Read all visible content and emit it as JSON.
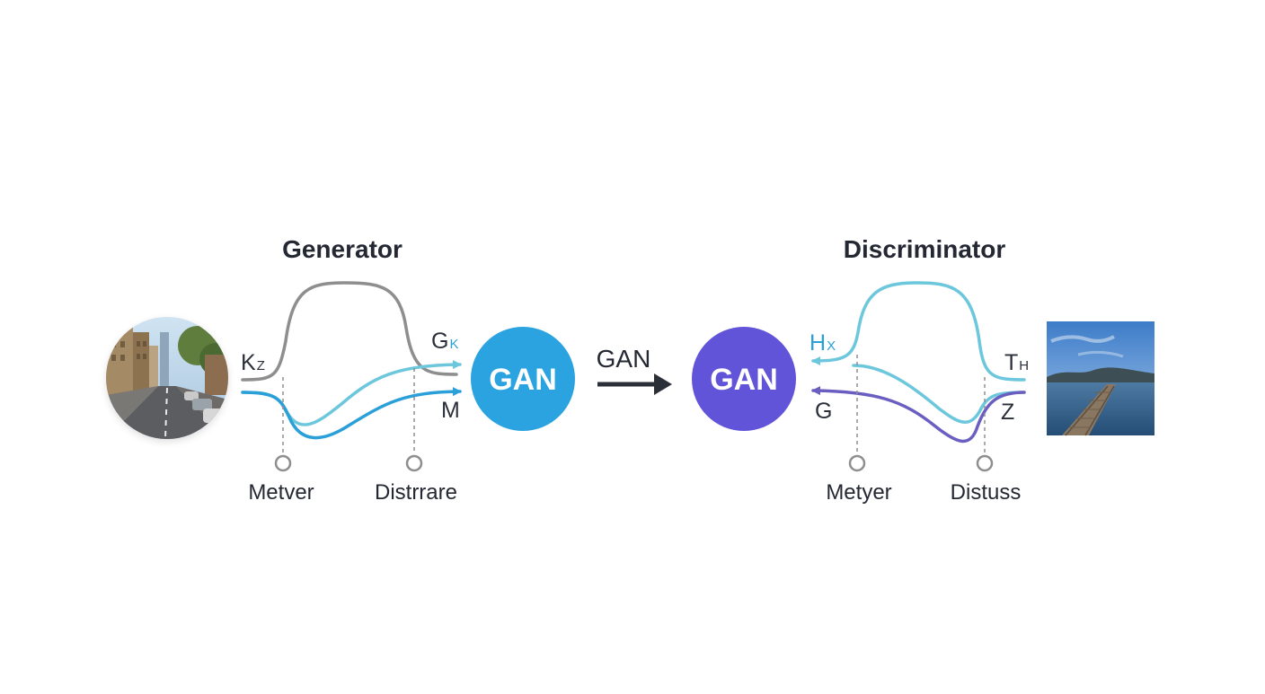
{
  "colors": {
    "gray": "#8e8e8e",
    "light_blue": "#6cc7dd",
    "blue": "#2a9fd8",
    "gan_blue": "#2aa3e0",
    "gan_purple": "#6154d8",
    "purple_curve": "#6a5fc0",
    "dark": "#2b2f37"
  },
  "generator": {
    "title": "Generator",
    "input_image_alt": "city street photo",
    "input_label": {
      "main": "K",
      "sub": "Z"
    },
    "output_label_top": {
      "main": "G",
      "sub": "K"
    },
    "output_label_bottom": "M",
    "marker_left_label": "Metver",
    "marker_right_label": "Distrrare",
    "node_label": "GAN"
  },
  "middle": {
    "arrow_label": "GAN"
  },
  "discriminator": {
    "title": "Discriminator",
    "input_image_alt": "lake with wooden pier",
    "output_label_top": {
      "main": "H",
      "sub": "X"
    },
    "output_label_bottom": "G",
    "input_label_top": {
      "main": "T",
      "sub": "H"
    },
    "input_label_bottom": "Z",
    "marker_left_label": "Metyer",
    "marker_right_label": "Distuss",
    "node_label": "GAN"
  }
}
